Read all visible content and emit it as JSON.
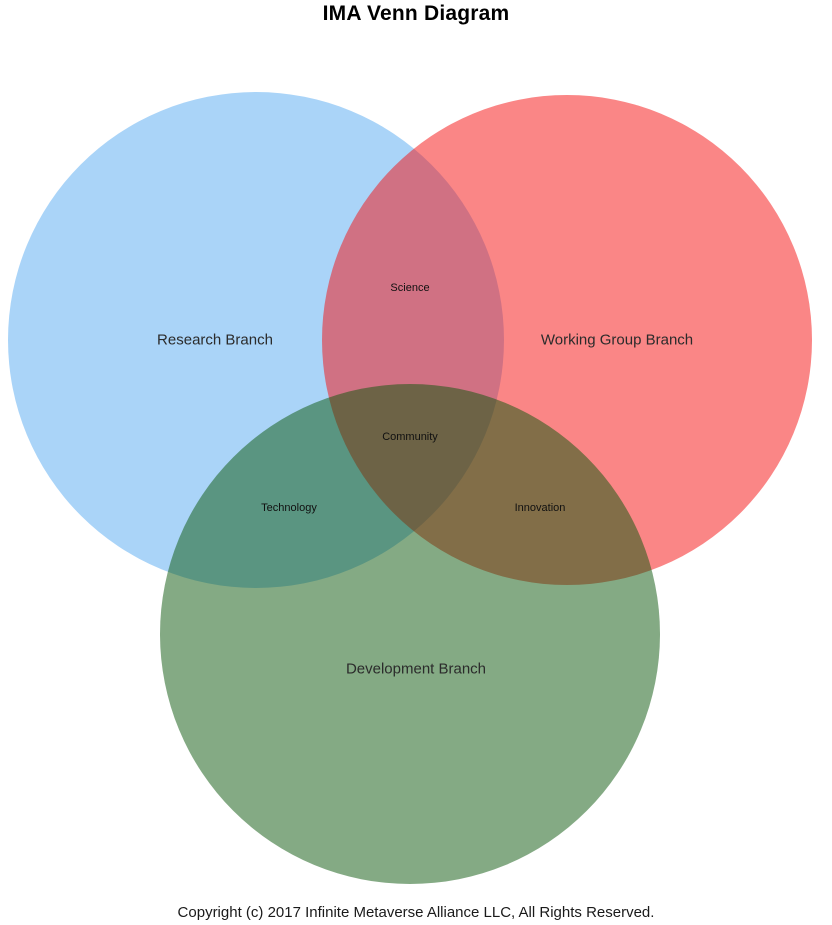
{
  "title": "IMA Venn Diagram",
  "footer": "Copyright (c) 2017 Infinite Metaverse Alliance LLC, All Rights Reserved.",
  "venn": {
    "sets": [
      {
        "id": "research",
        "label": "Research Branch",
        "color": "#55aaf1",
        "opacity": 0.5
      },
      {
        "id": "working-group",
        "label": "Working Group Branch",
        "color": "#f50d0d",
        "opacity": 0.5
      },
      {
        "id": "development",
        "label": "Development Branch",
        "color": "#0a550a",
        "opacity": 0.5
      }
    ],
    "intersections": [
      {
        "id": "science",
        "label": "Science",
        "between": [
          "Research Branch",
          "Working Group Branch"
        ]
      },
      {
        "id": "community",
        "label": "Community",
        "between": [
          "Research Branch",
          "Working Group Branch",
          "Development Branch"
        ]
      },
      {
        "id": "technology",
        "label": "Technology",
        "between": [
          "Research Branch",
          "Development Branch"
        ]
      },
      {
        "id": "innovation",
        "label": "Innovation",
        "between": [
          "Working Group Branch",
          "Development Branch"
        ]
      }
    ]
  }
}
